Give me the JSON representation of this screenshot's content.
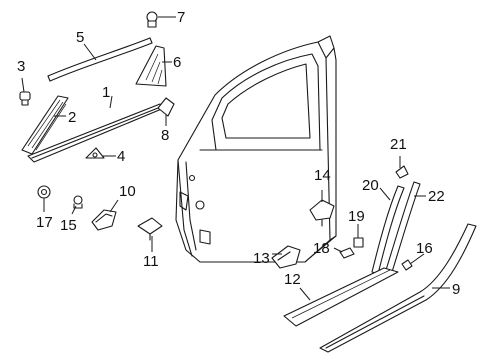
{
  "diagram": {
    "description_free": true,
    "callouts": [
      "1",
      "2",
      "3",
      "4",
      "5",
      "6",
      "7",
      "8",
      "9",
      "10",
      "11",
      "12",
      "13",
      "14",
      "15",
      "16",
      "17",
      "18",
      "19",
      "20",
      "21",
      "22"
    ]
  }
}
